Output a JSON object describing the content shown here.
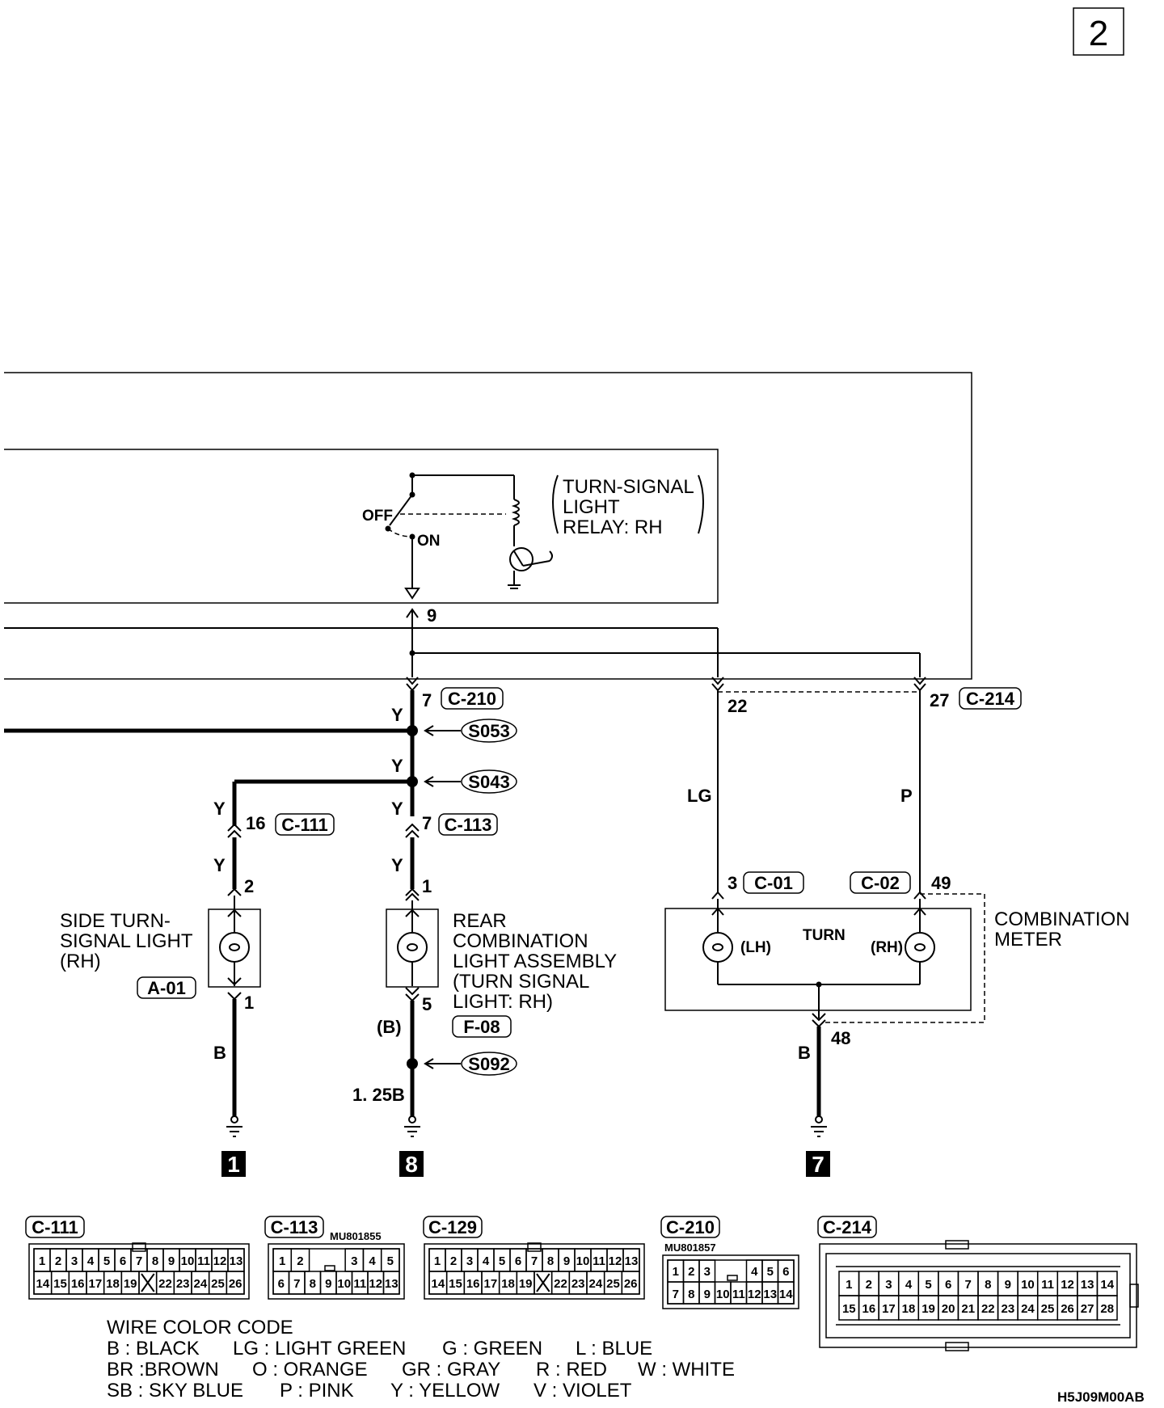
{
  "page_number": "2",
  "relay": {
    "label_lines": [
      "TURN-SIGNAL",
      "LIGHT",
      "RELAY: RH"
    ],
    "off": "OFF",
    "on": "ON",
    "pin": "9"
  },
  "c210": {
    "pin": "7",
    "connector": "C-210"
  },
  "c214": {
    "pin22": "22",
    "pin27": "27",
    "connector": "C-214"
  },
  "splices": {
    "s053": "S053",
    "s043": "S043",
    "s092": "S092"
  },
  "wire_colors": {
    "y": "Y",
    "lg": "LG",
    "p": "P",
    "b": "B",
    "b_paren": "(B)",
    "b125": "1. 25B"
  },
  "side_light": {
    "c111_pin": "16",
    "c111": "C-111",
    "pin2": "2",
    "pin1": "1",
    "label_lines": [
      "SIDE TURN-",
      "SIGNAL LIGHT",
      "(RH)"
    ],
    "connector": "A-01"
  },
  "rear_light": {
    "c113_pin": "7",
    "c113": "C-113",
    "pin1": "1",
    "pin5": "5",
    "label_lines": [
      "REAR",
      "COMBINATION",
      "LIGHT ASSEMBLY",
      "(TURN SIGNAL",
      "LIGHT: RH)"
    ],
    "connector": "F-08"
  },
  "meter": {
    "pin3": "3",
    "c01": "C-01",
    "c02": "C-02",
    "pin49": "49",
    "pin48": "48",
    "turn": "TURN",
    "lh": "(LH)",
    "rh": "(RH)",
    "label_lines": [
      "COMBINATION",
      "METER"
    ]
  },
  "grounds": {
    "g1": "1",
    "g8": "8",
    "g7": "7"
  },
  "connectors": {
    "c111": {
      "name": "C-111"
    },
    "c113": {
      "name": "C-113",
      "part": "MU801855"
    },
    "c129": {
      "name": "C-129"
    },
    "c210": {
      "name": "C-210",
      "part": "MU801857"
    },
    "c214": {
      "name": "C-214"
    }
  },
  "legend": {
    "title": "WIRE COLOR CODE",
    "rows": [
      [
        "B : BLACK",
        "LG : LIGHT GREEN",
        "G : GREEN",
        "L : BLUE"
      ],
      [
        "BR :BROWN",
        "O : ORANGE",
        "GR : GRAY",
        "R : RED",
        "W : WHITE"
      ],
      [
        "SB : SKY BLUE",
        "P : PINK",
        "Y : YELLOW",
        "V : VIOLET"
      ]
    ]
  },
  "figure_code": "H5J09M00AB"
}
